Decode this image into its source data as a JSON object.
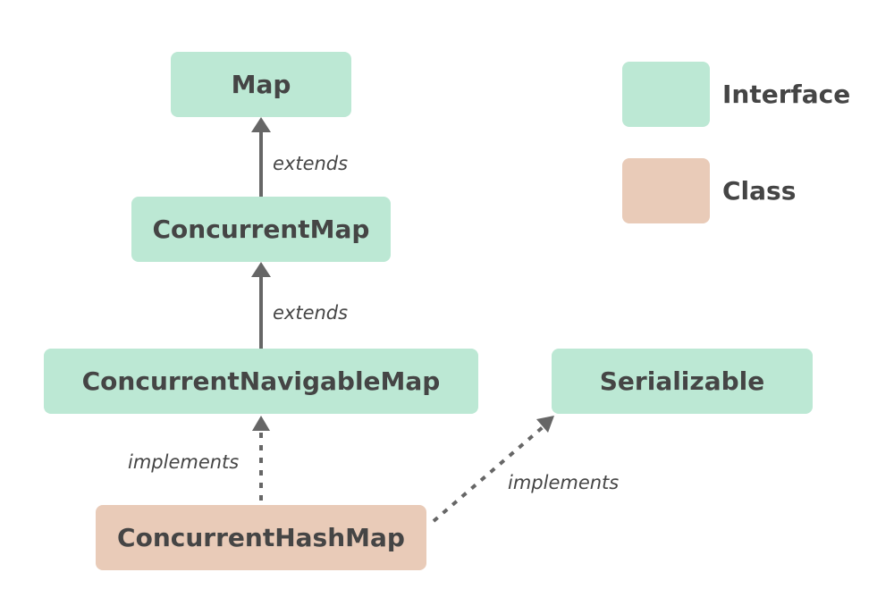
{
  "nodes": {
    "map": {
      "label": "Map",
      "kind": "interface"
    },
    "concurrent_map": {
      "label": "ConcurrentMap",
      "kind": "interface"
    },
    "concurrent_navigable_map": {
      "label": "ConcurrentNavigableMap",
      "kind": "interface"
    },
    "serializable": {
      "label": "Serializable",
      "kind": "interface"
    },
    "concurrent_hash_map": {
      "label": "ConcurrentHashMap",
      "kind": "class"
    }
  },
  "edges": [
    {
      "from": "concurrent_map",
      "to": "map",
      "label": "extends",
      "style": "solid"
    },
    {
      "from": "concurrent_navigable_map",
      "to": "concurrent_map",
      "label": "extends",
      "style": "solid"
    },
    {
      "from": "concurrent_hash_map",
      "to": "concurrent_navigable_map",
      "label": "implements",
      "style": "dotted"
    },
    {
      "from": "concurrent_hash_map",
      "to": "serializable",
      "label": "implements",
      "style": "dotted"
    }
  ],
  "legend": {
    "interface": {
      "label": "Interface",
      "color": "#bce8d4"
    },
    "class": {
      "label": "Class",
      "color": "#e9cbb8"
    }
  },
  "colors": {
    "text": "#454545",
    "arrow": "#666666"
  }
}
